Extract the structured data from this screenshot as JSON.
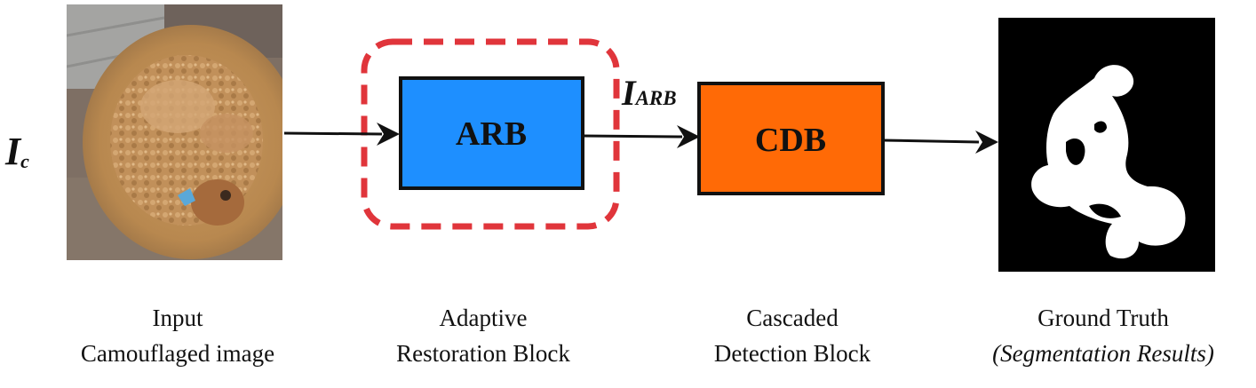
{
  "input_label": {
    "main": "I",
    "sub": "c"
  },
  "intermediate_label": {
    "main": "I",
    "sub": "ARB"
  },
  "blocks": {
    "arb": {
      "label": "ARB",
      "fill": "#1e8fff"
    },
    "cdb": {
      "label": "CDB",
      "fill": "#ff6a06"
    }
  },
  "highlight_color": "#e0353b",
  "captions": {
    "input": {
      "line1": "Input",
      "line2": "Camouflaged image"
    },
    "arb": {
      "line1": "Adaptive",
      "line2": "Restoration Block"
    },
    "cdb": {
      "line1": "Cascaded",
      "line2": "Detection Block"
    },
    "output": {
      "line1": "Ground Truth",
      "line2": "(Segmentation Results)"
    }
  },
  "images": {
    "input": "photo of a curly-haired dog camouflaged in a round fluffy pet bed",
    "output": "binary segmentation mask: white dog shape on black background"
  }
}
